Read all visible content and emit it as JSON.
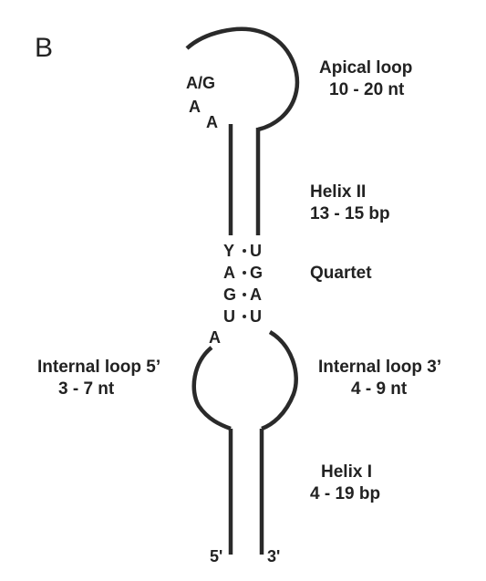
{
  "panel_letter": "B",
  "labels": {
    "apical_loop": "Apical loop",
    "apical_loop_size": "10 - 20 nt",
    "helix_ii": "Helix II",
    "helix_ii_size": "13 - 15 bp",
    "quartet": "Quartet",
    "internal_loop_5": "Internal loop 5’",
    "internal_loop_5_size": "3 - 7 nt",
    "internal_loop_3": "Internal loop 3’",
    "internal_loop_3_size": "4 - 9 nt",
    "helix_i": "Helix I",
    "helix_i_size": "4 - 19 bp",
    "end_5": "5'",
    "end_3": "3'"
  },
  "apical_nucleotides": [
    "A/G",
    "A",
    "A"
  ],
  "quartet_pairs": [
    {
      "left": "Y",
      "right": "U"
    },
    {
      "left": "A",
      "right": "G"
    },
    {
      "left": "G",
      "right": "A"
    },
    {
      "left": "U",
      "right": "U"
    }
  ],
  "internal_loop_nucleotide": "A",
  "colors": {
    "strand": "#2a2a2a",
    "text": "#222222",
    "background": "#ffffff"
  }
}
